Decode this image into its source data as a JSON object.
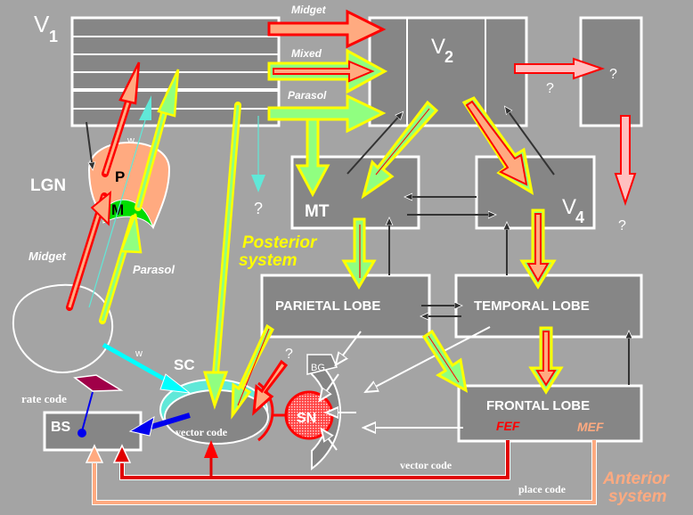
{
  "labels": {
    "v1": "V",
    "v1_sub": "1",
    "v2": "V",
    "v2_sub": "2",
    "v4": "V",
    "v4_sub": "4",
    "mt": "MT",
    "lgn": "LGN",
    "lgn_p": "P",
    "lgn_m": "M",
    "parietal": "PARIETAL LOBE",
    "temporal": "TEMPORAL LOBE",
    "frontal": "FRONTAL LOBE",
    "fef": "FEF",
    "mef": "MEF",
    "sc": "SC",
    "sn": "SN",
    "bg": "BG",
    "bs": "BS",
    "midget_top": "Midget",
    "mixed_top": "Mixed",
    "parasol_top": "Parasol",
    "midget_left": "Midget",
    "parasol_left": "Parasol",
    "w_top": "w",
    "w_bottom": "w",
    "rate_code": "rate code",
    "vector_code_sc": "vector code",
    "vector_code_bottom": "vector code",
    "place_code": "place code",
    "posterior_1": "Posterior",
    "posterior_2": "system",
    "anterior_1": "Anterior",
    "anterior_2": "system",
    "q1": "?",
    "q2": "?",
    "q3": "?",
    "q4": "?",
    "q5": "?"
  },
  "colors": {
    "background": "#a4a4a4",
    "box": "#868686",
    "midget_fill": "#ffaa80",
    "midget_stroke": "#ff0000",
    "parasol_fill": "#90ff80",
    "parasol_stroke": "#ffff00",
    "w_pathway": "#60e8d8",
    "pink": "#ffc0c0",
    "lgn_m": "#00dd00",
    "posterior": "#ffff00",
    "anterior": "#ffaa80",
    "fef": "#ff0000",
    "mef": "#ffaa80",
    "bs_arrow": "#0000ee",
    "retina_marker": "#a00048"
  }
}
